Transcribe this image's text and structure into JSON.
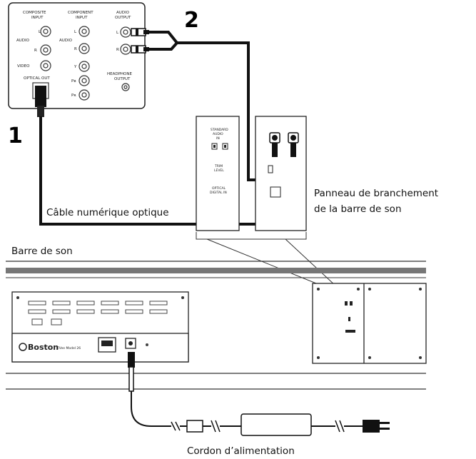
{
  "step_labels": {
    "step1": "1",
    "step2": "2"
  },
  "tv_panel": {
    "composite_input": [
      "COMPOSITE",
      "INPUT"
    ],
    "component_input": [
      "COMPONENT",
      "INPUT"
    ],
    "audio_output": [
      "AUDIO",
      "OUTPUT"
    ],
    "headphone_output": [
      "HEADPHONE",
      "OUTPUT"
    ],
    "audio_label": "AUDIO",
    "audio_label_component": "AUDIO",
    "video_label": "VIDEO",
    "optical_out": "OPTICAL OUT",
    "l": "L",
    "r": "R",
    "y": "Y",
    "pb": "Pʙ",
    "pr": "Pʀ"
  },
  "soundbar_panel": {
    "standard_audio": [
      "STANDARD",
      "AUDIO",
      "IN"
    ],
    "trim_level": [
      "TRIM",
      "LEVEL"
    ],
    "optical_digital_in": [
      "OPTICAL",
      "DIGITAL IN"
    ]
  },
  "captions": {
    "optical_cable": "Câble numérique optique",
    "panel_caption_line1": "Panneau de branchement",
    "panel_caption_line2": "de la barre de son",
    "soundbar": "Barre de son",
    "power_cord": "Cordon d’alimentation"
  },
  "soundbar_back": {
    "brand": "Boston",
    "model": "TVee Model 26"
  }
}
